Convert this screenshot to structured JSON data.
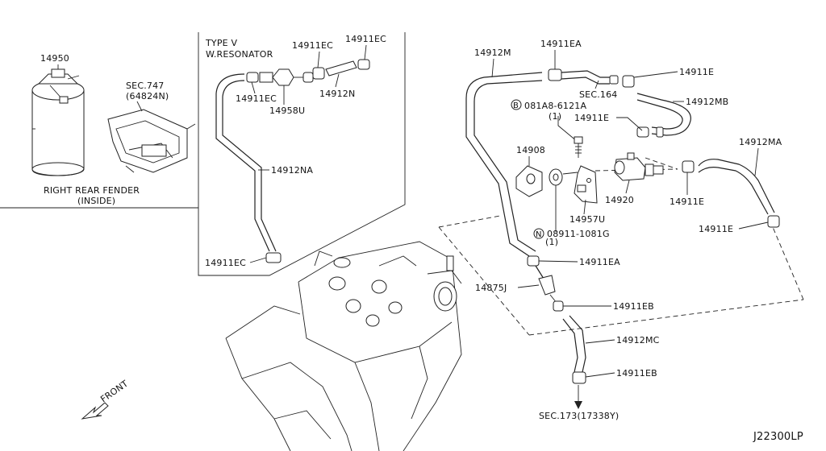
{
  "diagram_id": "J22300LP",
  "left_panel": {
    "canister_part": "14950",
    "sec_ref": "SEC.747",
    "sec_ref_code": "(64824N)",
    "location_line1": "RIGHT REAR FENDER",
    "location_line2": "(INSIDE)"
  },
  "inset": {
    "title_line1": "TYPE V",
    "title_line2": "W.RESONATOR",
    "labels": {
      "clamp_a": "14911EC",
      "clamp_b": "14911EC",
      "clamp_c": "14911EC",
      "resonator": "14958U",
      "hose_n": "14912N",
      "hose_na": "14912NA",
      "clamp_bottom": "14911EC"
    }
  },
  "main": {
    "labels": {
      "hose_m": "14912M",
      "clamp_ea_top": "14911EA",
      "sec164": "SEC.164",
      "clamp_e_top": "14911E",
      "hose_mb": "14912MB",
      "bolt_prefix": "B",
      "bolt": "081A8-6121A",
      "bolt_qty": "(1)",
      "clamp_e_mid": "14911E",
      "part_14908": "14908",
      "hose_ma": "14912MA",
      "valve": "14920",
      "clamp_e_right": "14911E",
      "bracket": "14957U",
      "nut_prefix": "N",
      "nut": "08911-1081G",
      "nut_qty": "(1)",
      "clamp_e_low": "14911E",
      "clamp_ea_low": "14911EA",
      "connector": "14875J",
      "clamp_eb_mid": "14911EB",
      "hose_mc": "14912MC",
      "clamp_eb_low": "14911EB",
      "sec173": "SEC.173(17338Y)",
      "front": "FRONT"
    }
  }
}
